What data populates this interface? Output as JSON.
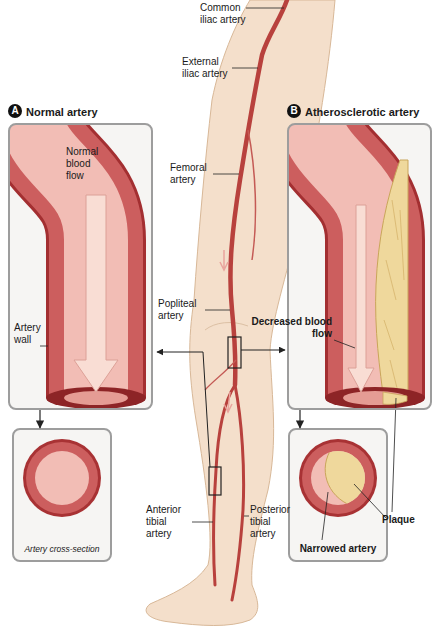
{
  "diagram": {
    "nodes": [
      {
        "text": [
          "Normal artery"
        ]
      },
      {
        "text": [
          "Artery cross-section"
        ]
      },
      {
        "text": [
          "Atherosclerotic artery"
        ]
      },
      {
        "text": [
          "Narrowed artery"
        ]
      }
    ],
    "edges": [
      {
        "from": 0,
        "to": 1,
        "arrow": "to"
      },
      {
        "from": 2,
        "to": 3,
        "arrow": "to"
      }
    ],
    "labels": [
      "A",
      "B",
      "Common iliac artery",
      "External iliac artery",
      "Femoral artery",
      "Popliteal artery",
      "Anterior tibial artery",
      "Posterior tibial artery",
      "Normal blood flow",
      "Artery wall",
      "Decreased blood flow",
      "Plaque"
    ]
  }
}
